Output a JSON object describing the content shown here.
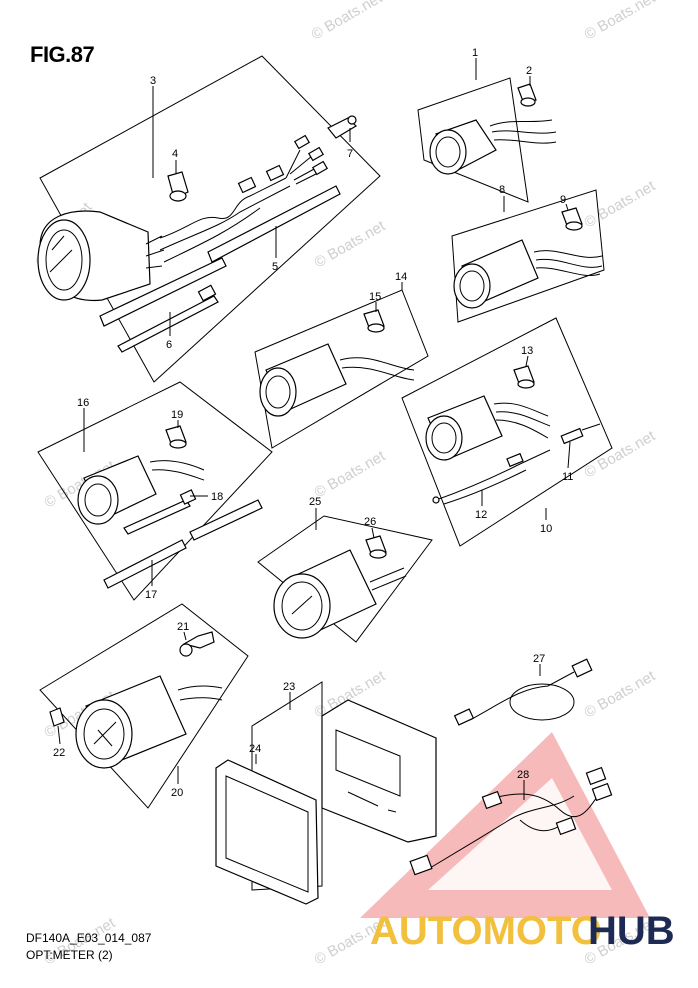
{
  "figure": {
    "title": "FIG.87"
  },
  "caption": {
    "line1": "DF140A_E03_014_087",
    "line2": "OPT:METER (2)"
  },
  "watermark": {
    "text": "© Boats.net"
  },
  "logo": {
    "text_auto": "AUTOMOTO",
    "text_hub": "HUB",
    "color_auto": "#f2c03c",
    "color_hub": "#1d2a54",
    "color_triangle": "#e4383c"
  },
  "callouts": [
    "1",
    "2",
    "3",
    "4",
    "5",
    "6",
    "7",
    "8",
    "9",
    "10",
    "11",
    "12",
    "13",
    "14",
    "15",
    "16",
    "17",
    "18",
    "19",
    "20",
    "21",
    "22",
    "23",
    "24",
    "25",
    "26",
    "27",
    "28"
  ]
}
